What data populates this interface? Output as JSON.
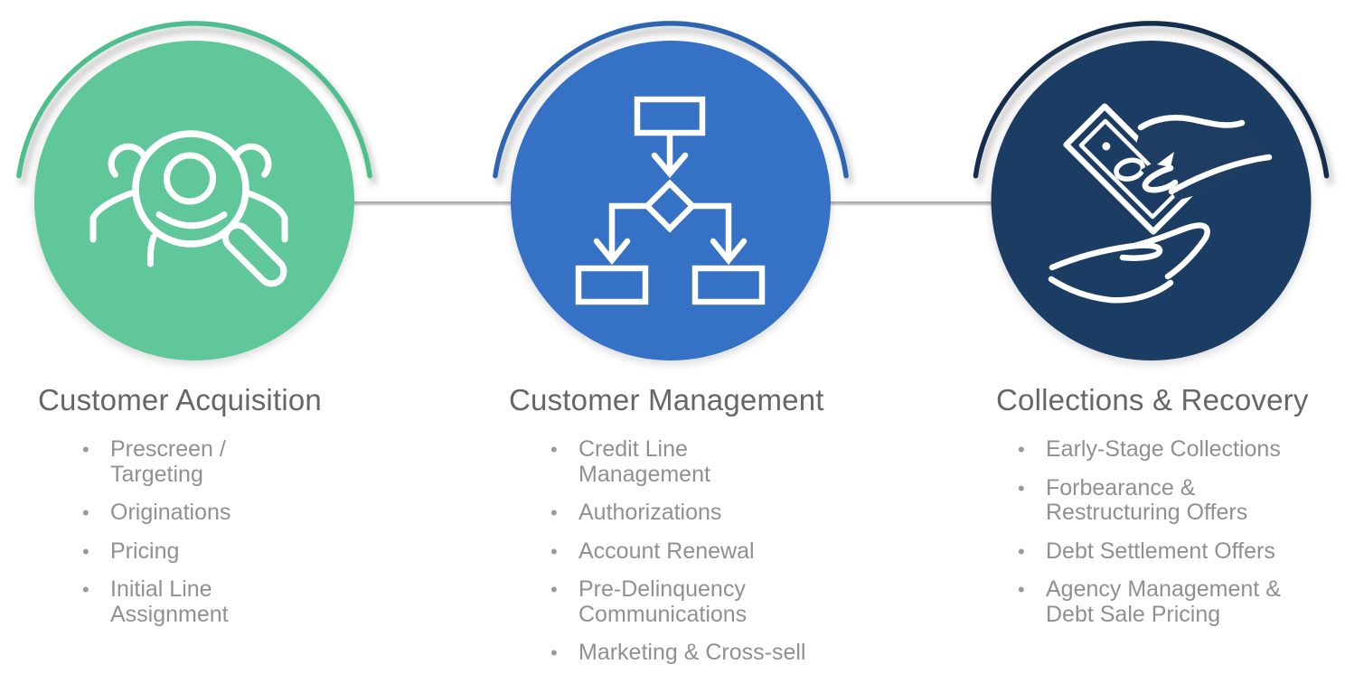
{
  "bullet": "•",
  "connector_color": "#b3b3b3",
  "background_color": "#ffffff",
  "title_color": "#666666",
  "item_color": "#909090",
  "icon_stroke_color": "#ffffff",
  "columns": [
    {
      "title": "Customer Acquisition",
      "accent": "#5EC79A",
      "arc_color": "#50BE8F",
      "icon": "audience-prescreen-search-icon",
      "items": [
        [
          "Prescreen /",
          "Targeting"
        ],
        "Originations",
        "Pricing",
        [
          "Initial Line",
          "Assignment"
        ]
      ]
    },
    {
      "title": "Customer Management",
      "accent": "#3571C4",
      "arc_color": "#2D65B3",
      "icon": "decision-flowchart-icon",
      "items": [
        [
          "Credit Line",
          "Management"
        ],
        "Authorizations",
        "Account Renewal",
        [
          "Pre-Delinquency",
          "Communications"
        ],
        "Marketing & Cross-sell"
      ]
    },
    {
      "title": "Collections & Recovery",
      "accent": "#1F3D63",
      "arc_color": "#172F4E",
      "icon": "money-hand-payment-icon",
      "items": [
        "Early-Stage Collections",
        [
          "Forbearance &",
          "Restructuring Offers"
        ],
        "Debt Settlement Offers",
        [
          "Agency Management &",
          "Debt Sale Pricing"
        ]
      ]
    }
  ]
}
